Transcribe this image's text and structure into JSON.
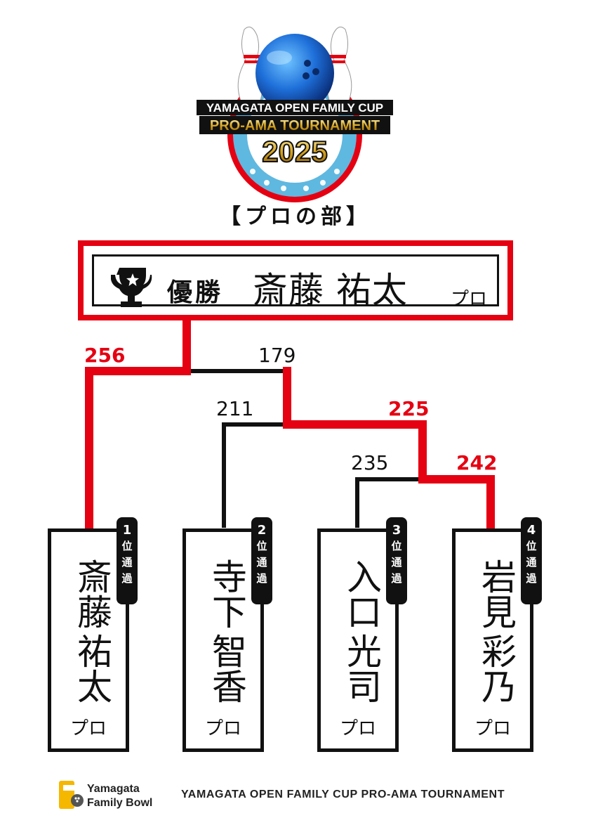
{
  "logo": {
    "line1": "YAMAGATA OPEN FAMILY CUP",
    "line2": "PRO-AMA TOURNAMENT",
    "year": "2025"
  },
  "section_title": "【プロの部】",
  "champion": {
    "label": "優勝",
    "name": "斎藤 祐太",
    "suffix": "プロ",
    "icon": "trophy-icon"
  },
  "scores": {
    "final_winner": "256",
    "final_loser": "179",
    "semi_left": "211",
    "semi_right": "225",
    "quarter_left": "235",
    "quarter_right": "242"
  },
  "players": [
    {
      "seed": "1",
      "seed_chars": [
        "位",
        "通",
        "過"
      ],
      "name_line1": "斎藤",
      "name_line2": "祐太",
      "suffix": "プロ"
    },
    {
      "seed": "2",
      "seed_chars": [
        "位",
        "通",
        "過"
      ],
      "name_line1": "寺下",
      "name_line2": "智香",
      "suffix": "プロ"
    },
    {
      "seed": "3",
      "seed_chars": [
        "位",
        "通",
        "過"
      ],
      "name_line1": "入口",
      "name_line2": "光司",
      "suffix": "プロ"
    },
    {
      "seed": "4",
      "seed_chars": [
        "位",
        "通",
        "過"
      ],
      "name_line1": "岩見",
      "name_line2": "彩乃",
      "suffix": "プロ"
    }
  ],
  "footer": {
    "logo_line1": "Yamagata",
    "logo_line2": "Family Bowl",
    "text": "YAMAGATA OPEN FAMILY CUP PRO-AMA TOURNAMENT"
  },
  "colors": {
    "winner_red": "#e50012",
    "line_black": "#111111"
  }
}
